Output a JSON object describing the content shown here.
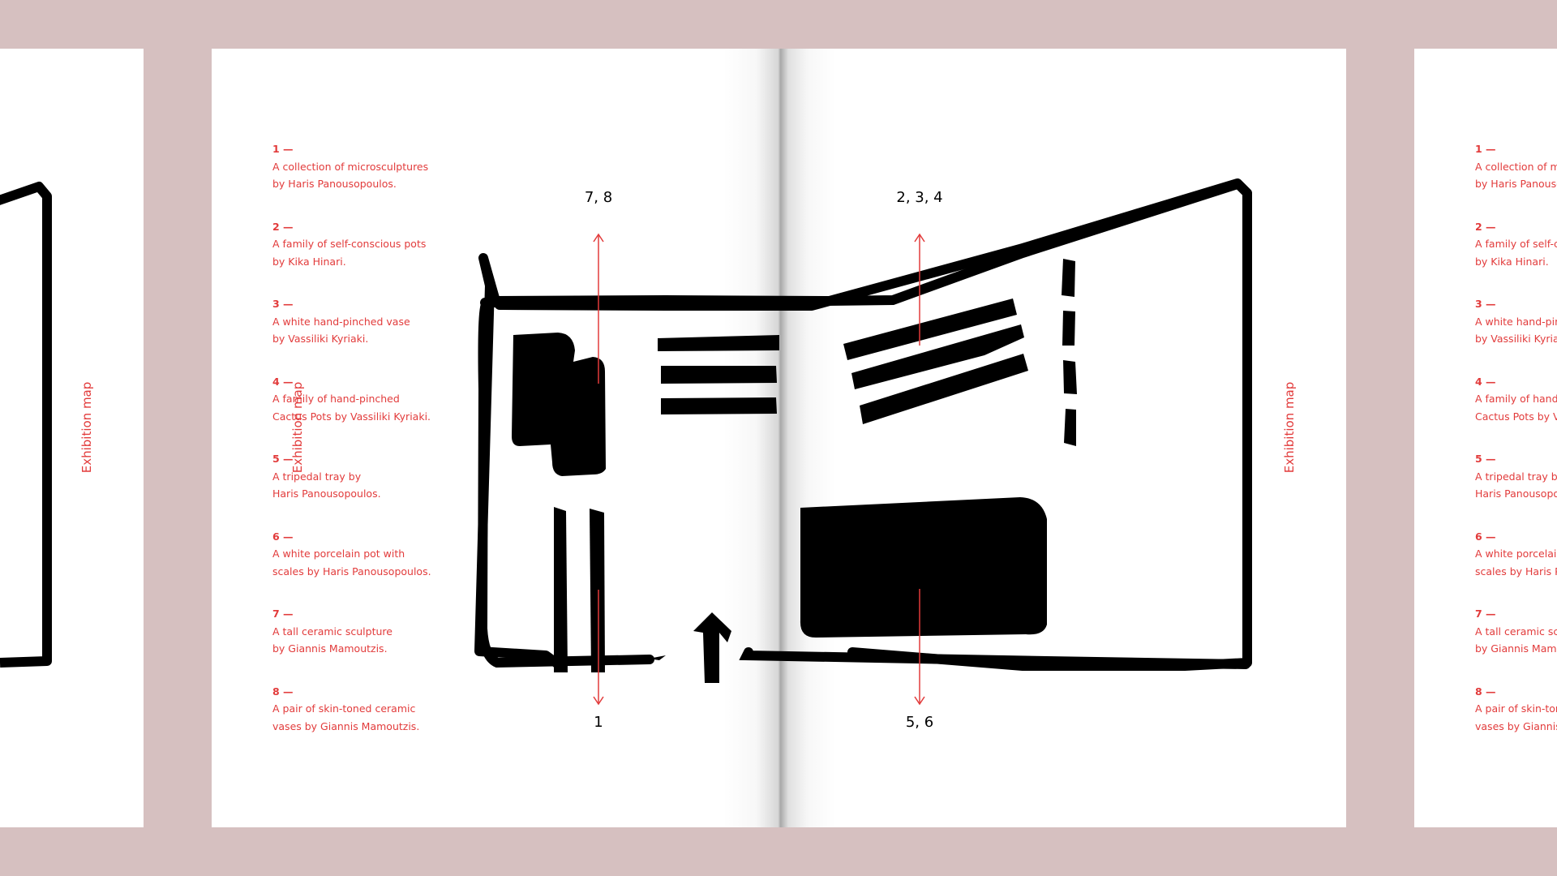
{
  "colors": {
    "background": "#d6c0c0",
    "page": "#ffffff",
    "accent": "#e23b3b",
    "ink": "#000000"
  },
  "side_label": "Exhibition map",
  "legend": [
    {
      "num": "1 —",
      "line1": "A collection of microsculptures",
      "line2": "by Haris Panousopoulos."
    },
    {
      "num": "2 —",
      "line1": "A family of self-conscious pots",
      "line2": "by Kika Hinari."
    },
    {
      "num": "3 —",
      "line1": "A white hand-pinched vase",
      "line2": "by Vassiliki Kyriaki."
    },
    {
      "num": "4 —",
      "line1": "A family of hand-pinched",
      "line2": "Cactus Pots by Vassiliki Kyriaki."
    },
    {
      "num": "5 —",
      "line1": "A tripedal tray by",
      "line2": "Haris Panousopoulos."
    },
    {
      "num": "6 —",
      "line1": "A white porcelain pot with",
      "line2": "scales by Haris Panousopoulos."
    },
    {
      "num": "7 —",
      "line1": "A tall ceramic sculpture",
      "line2": "by Giannis Mamoutzis."
    },
    {
      "num": "8 —",
      "line1": "A pair of skin-toned ceramic",
      "line2": "vases by Giannis Mamoutzis."
    }
  ],
  "callouts": {
    "top_left": "7, 8",
    "top_right": "2, 3, 4",
    "bottom_left": "1",
    "bottom_right": "5, 6"
  }
}
